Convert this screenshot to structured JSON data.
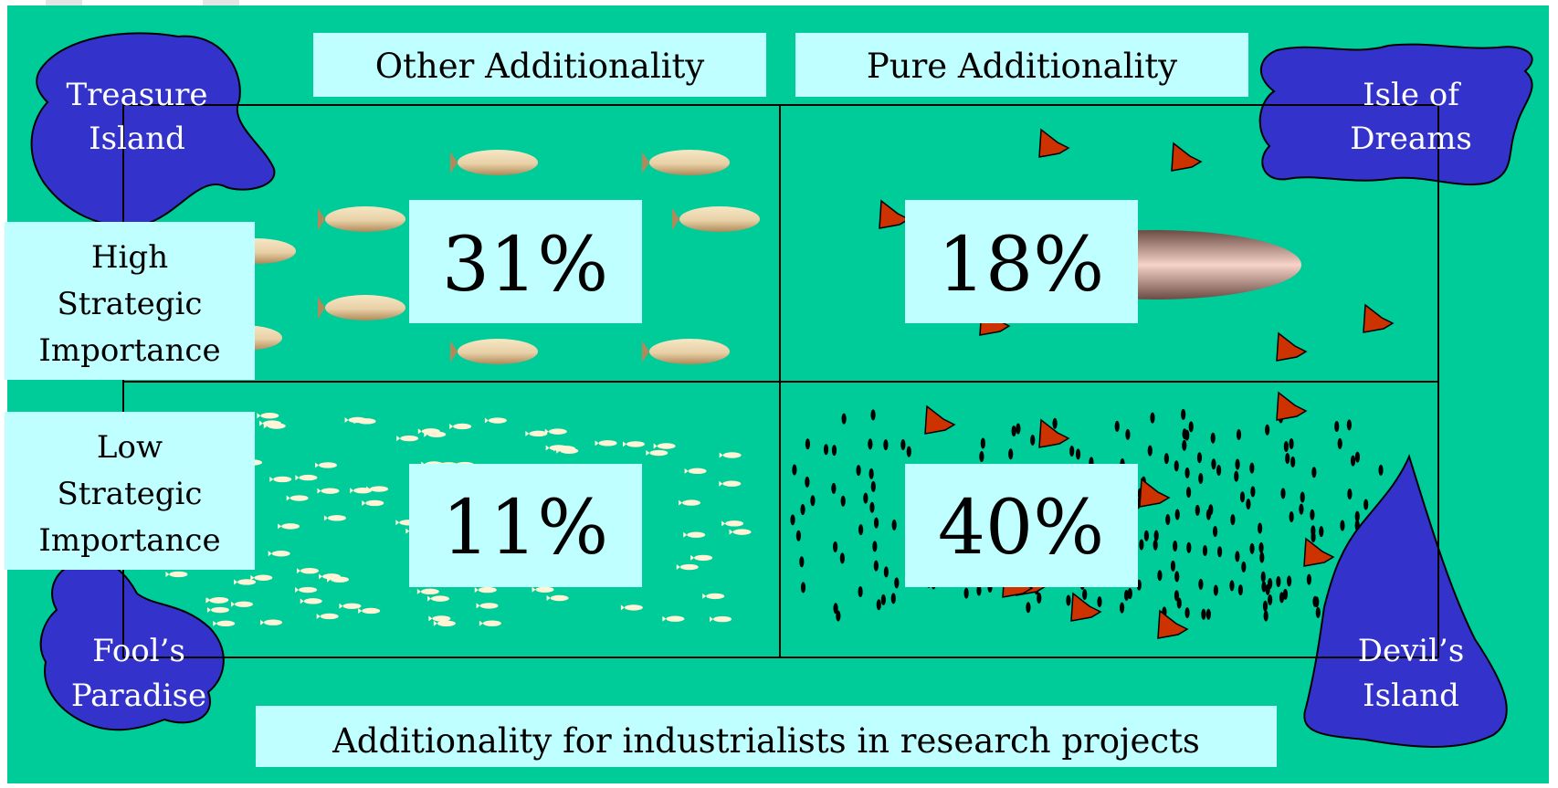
{
  "colors": {
    "sea": "#00CC99",
    "island": "#3333CC",
    "label_box": "#BFFFFF",
    "rock": "#CC3300",
    "fish_light": "#F5E7C4",
    "fish_dark": "#B08A5A",
    "whale_light": "#F7D3C8",
    "whale_dark": "#6A4C44",
    "tiny_fish": "#FFF5D6",
    "dot": "#000000"
  },
  "headers": {
    "other": "Other Additionality",
    "pure": "Pure Additionality"
  },
  "rows": {
    "high": [
      "High",
      "Strategic",
      "Importance"
    ],
    "low": [
      "Low",
      "Strategic",
      "Importance"
    ]
  },
  "islands": {
    "treasure": [
      "Treasure",
      "Island"
    ],
    "dreams": [
      "Isle of",
      "Dreams"
    ],
    "fools": [
      "Fool’s",
      "Paradise"
    ],
    "devils": [
      "Devil’s",
      "Island"
    ]
  },
  "quadrants": {
    "high_other": "31%",
    "high_pure": "18%",
    "low_other": "11%",
    "low_pure": "40%"
  },
  "footer": "Additionality for industrialists in research projects"
}
